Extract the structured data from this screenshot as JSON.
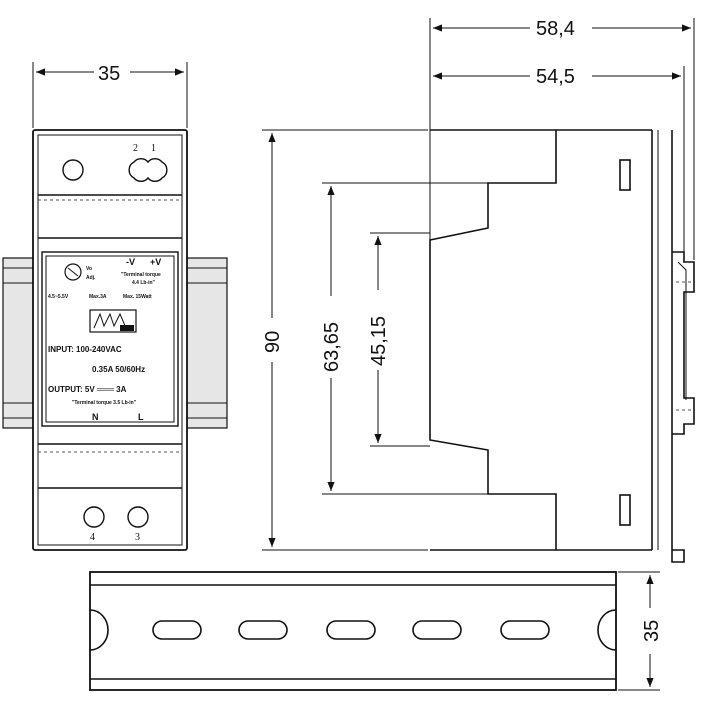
{
  "dimensions": {
    "front_width": "35",
    "depth_total": "58,4",
    "depth_body": "54,5",
    "height_total": "90",
    "height_mid": "63,65",
    "height_front": "45,15",
    "rail_height": "35"
  },
  "front_panel": {
    "terminal_labels_top": [
      "2",
      "1"
    ],
    "terminal_labels_bottom": [
      "4",
      "3"
    ],
    "adjust_label": [
      "Vo",
      "Adj."
    ],
    "polarity_labels": [
      "-V",
      "+V"
    ],
    "torque_top": [
      "\"Terminal torque",
      "4.4 Lb-in\""
    ],
    "specs_line": [
      "4.5~5.5V",
      "Max.3A",
      "Max. 15Watt"
    ],
    "logo": "MW",
    "input_line_1": "INPUT: 100-240VAC",
    "input_line_2": "0.35A  50/60Hz",
    "output_line": "OUTPUT:  5V ═══ 3A",
    "torque_bottom": "\"Terminal torque 3.5 Lb-in\"",
    "ac_labels": [
      "N",
      "L"
    ]
  }
}
